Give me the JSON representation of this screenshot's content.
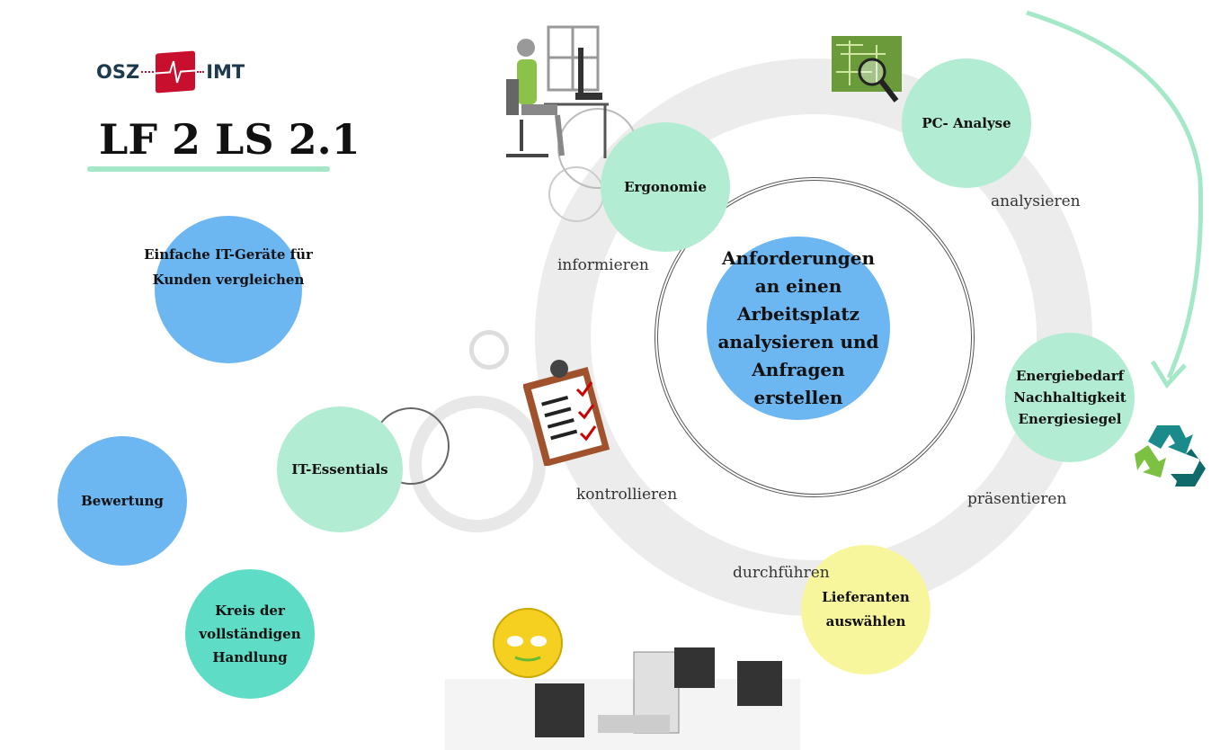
{
  "logo": {
    "left": "OSZ",
    "right": "IMT"
  },
  "title": "LF 2 LS 2.1",
  "center_topic": "Anforderungen an einen Arbeitsplatz analysieren und Anfragen erstellen",
  "nodes": {
    "ergonomie": "Ergonomie",
    "pc_analyse": "PC- Analyse",
    "energie": [
      "Energiebedarf",
      "Nachhaltigkeit",
      "Energiesiegel"
    ],
    "lieferanten": [
      "Lieferanten",
      "auswählen"
    ],
    "einfache": [
      "Einfache IT-Geräte für",
      "Kunden vergleichen"
    ],
    "it_essentials": "IT-Essentials",
    "bewertung": "Bewertung",
    "kreis": [
      "Kreis der",
      "vollständigen",
      "Handlung"
    ]
  },
  "steps": {
    "informieren": "informieren",
    "analysieren": "analysieren",
    "praesentieren": "präsentieren",
    "durchfuehren": "durchführen",
    "kontrollieren": "kontrollieren"
  },
  "colors": {
    "mint": "#b2ecd3",
    "blue": "#6cb6f2",
    "yellow": "#f8f69c",
    "teal": "#5edcc5",
    "accent": "#a5e8c8",
    "logo_red": "#c8102e",
    "logo_navy": "#1d3a4f"
  }
}
